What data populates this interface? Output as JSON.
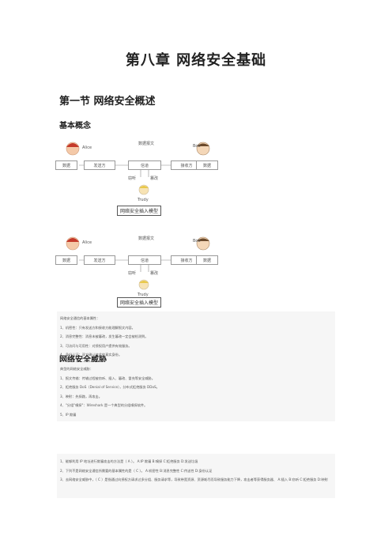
{
  "chapter_title": "第八章 网络安全基础",
  "section_title": "第一节 网络安全概述",
  "subsections": {
    "basic_concepts": "基本概念",
    "threats": "网络安全威胁"
  },
  "diagrams": [
    {
      "labels": {
        "alice": "Alice",
        "bob": "Bob",
        "data_exchange": "数据报文",
        "data_left": "数据",
        "sender": "发送方",
        "channel": "信道",
        "receiver": "接收方",
        "data_right": "数据",
        "eavesdrop": "窃听",
        "tamper": "篡改",
        "trudy": "Trudy"
      },
      "caption": "网络安全插入模型"
    },
    {
      "labels": {
        "alice": "Alice",
        "bob": "Bob",
        "data_exchange": "数据报文",
        "data_left": "数据",
        "sender": "发送方",
        "channel": "信道",
        "receiver": "接收方",
        "data_right": "数据",
        "eavesdrop": "窃听",
        "tamper": "篡改",
        "trudy": "Trudy"
      },
      "caption": "网络安全插入模型"
    }
  ],
  "properties": {
    "intro": "网络安全通信的基本属性：",
    "items": [
      "1、机密性：只有发送方和接收方能理解报文内容。",
      "2、消息完整性：消息未被篡改，发生篡改一定会被检测到。",
      "3、可访问与可用性：对授权用户提供有效服务。",
      "4、身份认证：双方确认彼此的真实身份。"
    ]
  },
  "threats": {
    "intro": "典型的网络安全威胁：",
    "items": [
      "1、报文传输：传输过程被窃听、插入、篡改、冒充等安全威胁。",
      "2、拒绝服务 DoS（Denial of Service），分布式拒绝服务 DDoS。",
      "3、映射：先探路，再攻击。",
      "4、\"分组\"嗅探\"：Wireshark 是一个典型的分组嗅探软件。",
      "5、IP 欺骗"
    ]
  },
  "questions": [
    "1、能够利用 IP 地址进行欺骗攻击的方法是（    A    ）。       A:IP 欺骗  B:嗅探 C:拒绝服务 D:发送垃圾",
    "2、下列不是网络安全通信所需要的基本属性的是（     C    ）。      A:机密性 B:消息完整性 C:传送性 D:身份认证",
    "3、去网络安全威胁中，（   C  ）是指通过向授权方请求过多分组、服务请求等，导致带宽资源、资源耗尽而导致服务能力下降，攻击者等获得服务器、    A:插入 B:窃听 C:拒绝服务 D:映射"
  ],
  "colors": {
    "caption_border": "#555555",
    "list_bg": "#f6f6f6"
  }
}
